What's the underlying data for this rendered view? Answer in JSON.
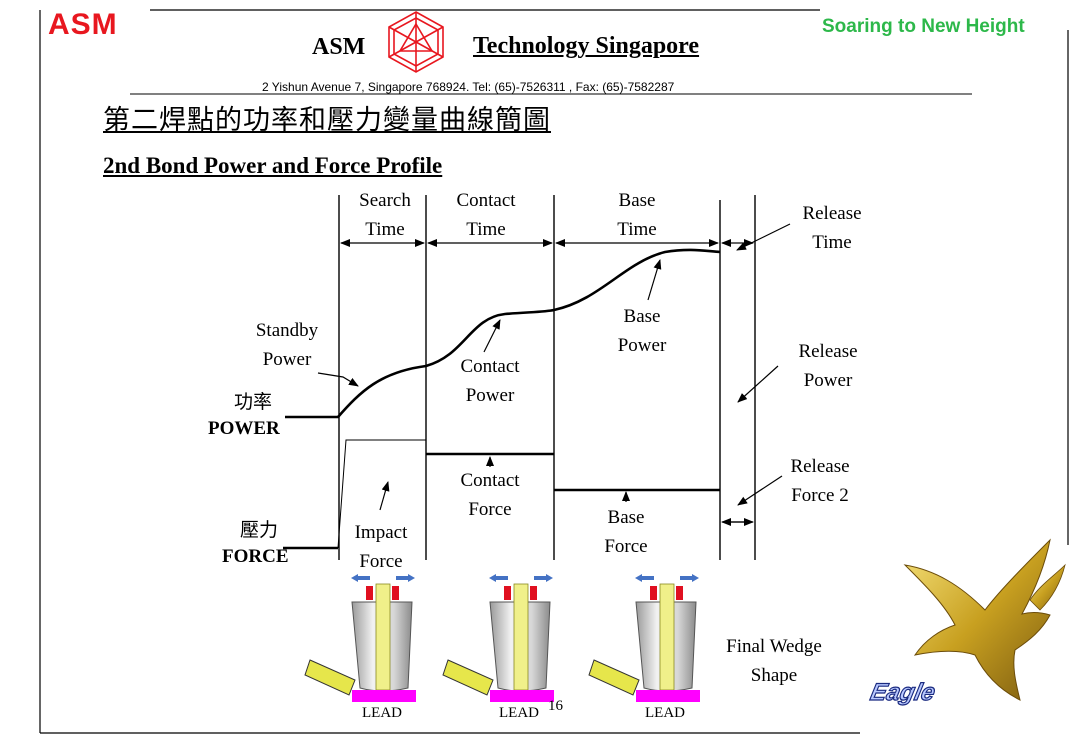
{
  "header": {
    "corner_logo": "ASM",
    "center_logo": "ASM",
    "company": "Technology Singapore",
    "slogan": "Soaring to New Height",
    "address": "2 Yishun Avenue 7,  Singapore 768924.  Tel: (65)-7526311 , Fax: (65)-7582287"
  },
  "slide": {
    "title_cn": "第二焊點的功率和壓力變量曲線簡圖",
    "title_en": "2nd Bond Power and Force Profile",
    "page_number": "16"
  },
  "phases": [
    {
      "line1": "Search",
      "line2": "Time"
    },
    {
      "line1": "Contact",
      "line2": "Time"
    },
    {
      "line1": "Base",
      "line2": "Time"
    },
    {
      "line1": "Release",
      "line2": "Time"
    }
  ],
  "power": {
    "axis_cn": "功率",
    "axis_en": "POWER",
    "standby": [
      "Standby",
      "Power"
    ],
    "contact": [
      "Contact",
      "Power"
    ],
    "base": [
      "Base",
      "Power"
    ],
    "release": [
      "Release",
      "Power"
    ]
  },
  "force": {
    "axis_cn": "壓力",
    "axis_en": "FORCE",
    "impact": [
      "Impact",
      "Force"
    ],
    "contact": [
      "Contact",
      "Force"
    ],
    "base": [
      "Base",
      "Force"
    ],
    "release2": [
      "Release",
      "Force 2"
    ]
  },
  "wedges": {
    "lead_labels": [
      "LEAD",
      "LEAD",
      "LEAD"
    ],
    "final": [
      "Final Wedge",
      "Shape"
    ]
  },
  "eagle_logo_text": "Eagle",
  "colors": {
    "asm_red": "#e8171f",
    "slogan_green": "#2db84a",
    "lead_magenta": "#ff00ff",
    "wire_yellow": "#e6e64b",
    "arrow_blue": "#4472c4",
    "eagle_gold": "#c8a020"
  }
}
